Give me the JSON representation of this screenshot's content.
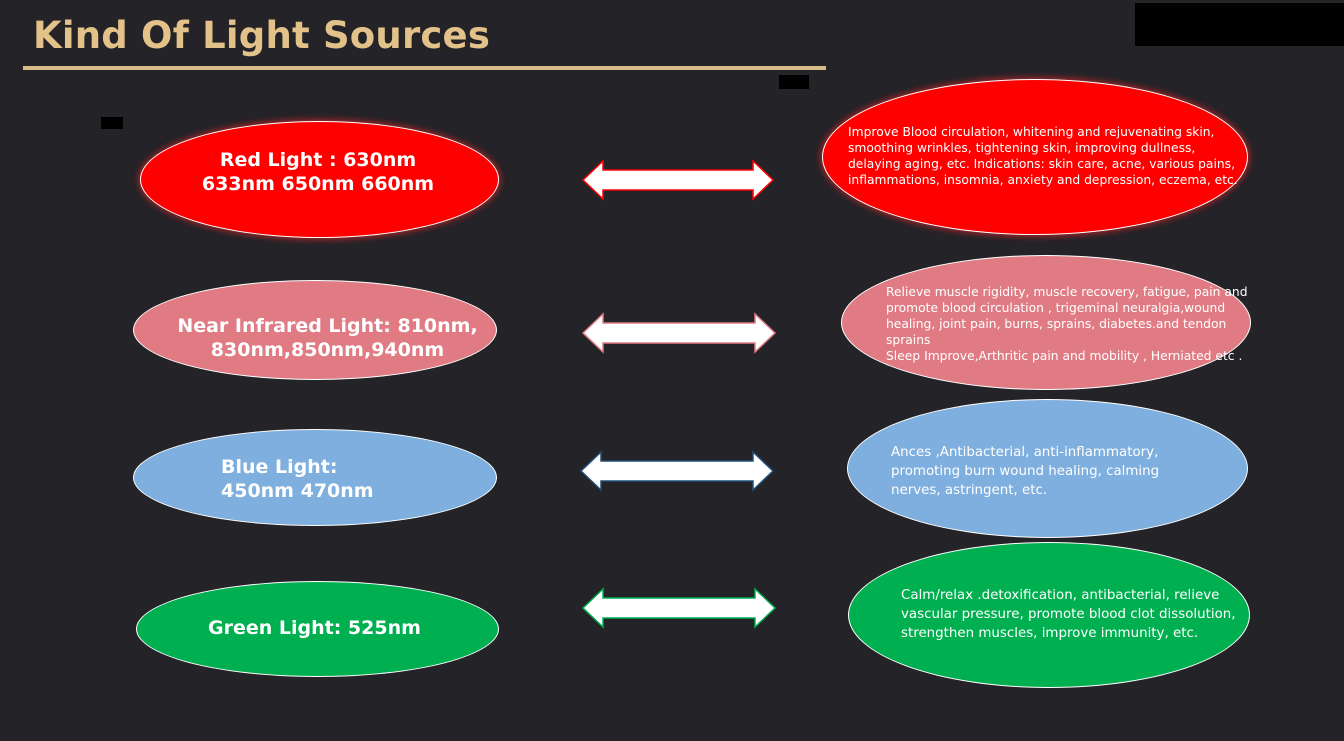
{
  "title": "Kind Of Light Sources",
  "colors": {
    "background": "#242328",
    "title": "#e3c28a",
    "red": "#ff0000",
    "near_infrared": "#e07b84",
    "blue": "#7fafde",
    "green": "#00b050"
  },
  "rows": [
    {
      "name": "red",
      "light_lines": [
        "Red Light : 630nm",
        "633nm 650nm  660nm"
      ],
      "benefit_lines": [
        "Improve Blood circulation, whitening and rejuvenating skin,",
        "smoothing wrinkles, tightening skin, improving dullness,",
        "delaying aging, etc. Indications: skin care, acne, various pains,",
        "inflammations, insomnia, anxiety and depression, eczema, etc."
      ]
    },
    {
      "name": "near-infrared",
      "light_lines": [
        "Near Infrared Light:  810nm,",
        "830nm,850nm,940nm"
      ],
      "benefit_lines": [
        "Relieve muscle rigidity,  muscle recovery, fatigue, pain  and",
        "promote  blood  circulation ,  trigeminal neuralgia,wound",
        "healing, joint pain, burns, sprains, diabetes.and tendon",
        "sprains",
        "Sleep Improve,Arthritic pain and mobility , Herniated etc ."
      ]
    },
    {
      "name": "blue",
      "light_lines": [
        "Blue Light:",
        "450nm 470nm"
      ],
      "benefit_lines": [
        "Ances ,Antibacterial, anti-inflammatory,",
        "promoting burn wound healing, calming",
        "nerves, astringent, etc."
      ]
    },
    {
      "name": "green",
      "light_lines": [
        "Green Light:  525nm"
      ],
      "benefit_lines": [
        "Calm/relax .detoxification, antibacterial, relieve",
        "vascular pressure, promote blood clot dissolution,",
        "strengthen muscles, improve immunity, etc."
      ]
    }
  ]
}
